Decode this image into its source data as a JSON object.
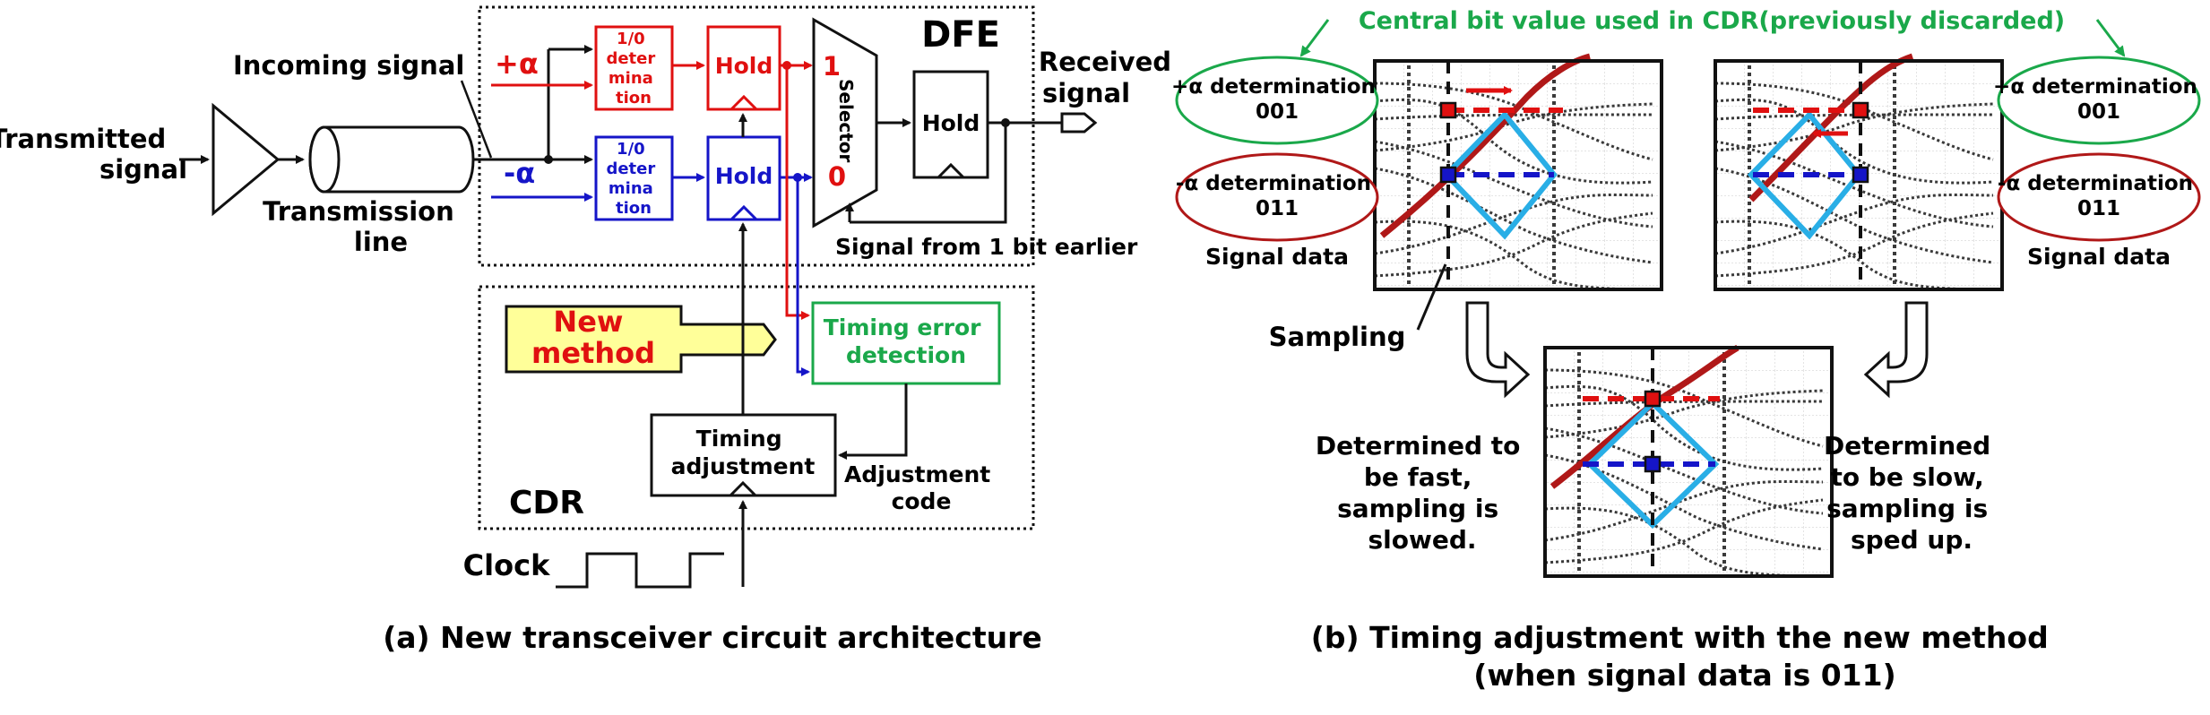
{
  "colors": {
    "red": "#e01010",
    "blue": "#1515c8",
    "green": "#1aa84a",
    "cyan": "#29aee6",
    "darkred": "#b01818",
    "callout": "#ffff99",
    "black": "#111111"
  },
  "left": {
    "transmitted_signal": [
      "Transmitted",
      "signal"
    ],
    "incoming_signal": "Incoming signal",
    "transmission_line": [
      "Transmission",
      "line"
    ],
    "plus_alpha": "+α",
    "minus_alpha": "-α",
    "det_top": [
      "1/0",
      "deter",
      "mina",
      "tion"
    ],
    "det_bottom": [
      "1/0",
      "deter",
      "mina",
      "tion"
    ],
    "hold_top": "Hold",
    "hold_bottom": "Hold",
    "hold_out": "Hold",
    "selector": "Selector",
    "sel_one": "1",
    "sel_zero": "0",
    "dfe": "DFE",
    "received_signal": [
      "Received",
      "signal"
    ],
    "signal_earlier": "Signal from 1 bit earlier",
    "new_method": [
      "New",
      "method"
    ],
    "timing_error": [
      "Timing error",
      "detection"
    ],
    "timing_adjustment": [
      "Timing",
      "adjustment"
    ],
    "adjustment_code": [
      "Adjustment",
      "code"
    ],
    "cdr": "CDR",
    "clock": "Clock",
    "caption": "(a) New transceiver circuit architecture"
  },
  "right": {
    "central_bit": "Central bit value used in CDR(previously discarded)",
    "plus_det_left": [
      "+α determination",
      "001"
    ],
    "minus_det_left": [
      "-α determination",
      "011"
    ],
    "signal_data_left": "Signal data",
    "plus_det_right": [
      "+α determination",
      "001"
    ],
    "minus_det_right": [
      "-α determination",
      "011"
    ],
    "signal_data_right": "Signal data",
    "sampling": "Sampling",
    "fast_text": [
      "Determined to",
      "be fast,",
      "sampling is",
      "slowed."
    ],
    "slow_text": [
      "Determined",
      "to be slow,",
      "sampling is",
      "sped up."
    ],
    "caption": [
      "(b) Timing adjustment with the new method",
      "(when signal data is 011)"
    ]
  }
}
